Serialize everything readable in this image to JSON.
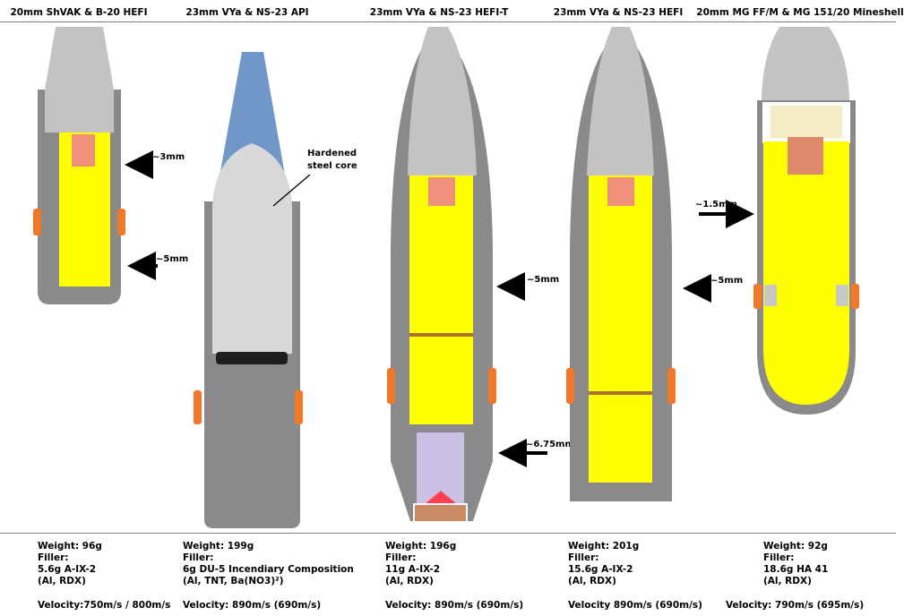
{
  "shells": [
    {
      "title": "20mm ShVAK & B-20 HEFI",
      "weight": "Weight: 96g",
      "filler_label": "Filler:",
      "filler": "5.6g A-IX-2",
      "filler_note": "(Al, RDX)",
      "velocity": "Velocity:750m/s / 800m/s"
    },
    {
      "title": "23mm VYa & NS-23 API",
      "weight": "Weight: 199g",
      "filler_label": "Filler:",
      "filler": "6g DU-5 Incendiary Composition",
      "filler_note": "(Al, TNT, Ba(NO3)²)",
      "velocity": "Velocity: 890m/s (690m/s)"
    },
    {
      "title": "23mm VYa & NS-23 HEFI-T",
      "weight": "Weight: 196g",
      "filler_label": "Filler:",
      "filler": "11g A-IX-2",
      "filler_note": "(Al, RDX)",
      "velocity": "Velocity: 890m/s (690m/s)"
    },
    {
      "title": "23mm VYa & NS-23 HEFI",
      "weight": "Weight: 201g",
      "filler_label": "Filler:",
      "filler": "15.6g A-IX-2",
      "filler_note": "(Al, RDX)",
      "velocity": "Velocity 890m/s (690m/s)"
    },
    {
      "title": "20mm MG FF/M & MG 151/20 Mineshell",
      "weight": "Weight: 92g",
      "filler_label": "Filler:",
      "filler": "18.6g HA 41",
      "filler_note": "(Al, RDX)",
      "velocity": "Velocity: 790m/s (695m/s)"
    }
  ],
  "annotations": {
    "a1": "~3mm",
    "a2": "~5mm",
    "core_line1": "Hardened",
    "core_line2": "steel core",
    "a3": "~5mm",
    "a4": "~6.75mm",
    "a5": "~5mm",
    "a6": "~1.5mm",
    "a7": "~5mm"
  },
  "colors": {
    "casing": "#8a8a8a",
    "nose": "#c3c3c3",
    "filler": "#ffff00",
    "fuze": "#f0907a",
    "band": "#f07828",
    "core_cap": "#7097c8",
    "core": "#d8d8d8",
    "tracer": "#cbc0e4",
    "mine_fuze": "#f3ecc4"
  }
}
